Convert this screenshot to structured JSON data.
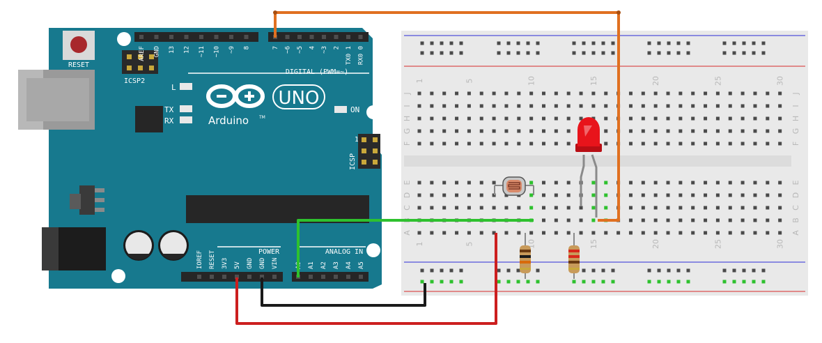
{
  "arduino": {
    "model": "UNO",
    "brand": "Arduino",
    "trademark": "TM",
    "reset_label": "RESET",
    "icsp2_label": "ICSP2",
    "icsp_label": "ICSP",
    "icsp_pin1": "1",
    "led_l_label": "L",
    "led_tx_label": "TX",
    "led_rx_label": "RX",
    "on_label": "ON",
    "digital_title": "DIGITAL (PWM=~)",
    "power_title": "POWER",
    "analog_title": "ANALOG IN",
    "digital_pins": [
      "AREF",
      "GND",
      "13",
      "12",
      "~11",
      "~10",
      "~9",
      "8",
      "7",
      "~6",
      "~5",
      "4",
      "~3",
      "2",
      "TX0 1",
      "RX0 0"
    ],
    "power_pins": [
      "IOREF",
      "RESET",
      "3V3",
      "5V",
      "GND",
      "GND",
      "VIN"
    ],
    "analog_pins": [
      "A0",
      "A1",
      "A2",
      "A3",
      "A4",
      "A5"
    ],
    "board_color": "#17798e"
  },
  "breadboard": {
    "column_numbers": [
      "1",
      "5",
      "10",
      "15",
      "20",
      "25",
      "30"
    ],
    "row_letters_top": [
      "J",
      "I",
      "H",
      "G",
      "F"
    ],
    "row_letters_bottom": [
      "E",
      "D",
      "C",
      "B",
      "A"
    ]
  },
  "components": {
    "led_color": "#e8141b",
    "photoresistor": "photoresistor",
    "resistors": 2
  },
  "wires": {
    "pin7_color": "#e07020",
    "analog_color": "#2ec12e",
    "power_color": "#cc1f1f",
    "ground_color": "#1a1a1a"
  }
}
